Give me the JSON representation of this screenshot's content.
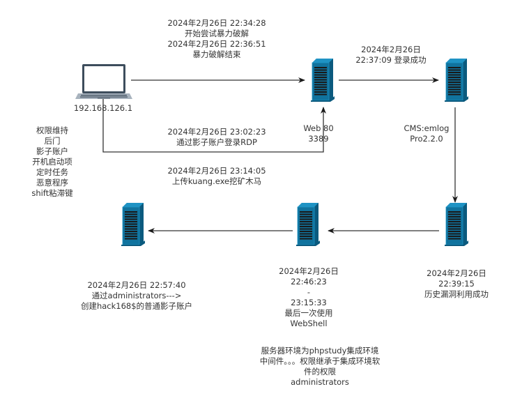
{
  "colors": {
    "server_body": "#10739e",
    "server_dark": "#0b5a7e",
    "server_light": "#1f93c4",
    "server_slots": "#1a1a1a",
    "laptop_frame": "#3d4d5c",
    "laptop_base": "#a8b3be",
    "edge": "#333333",
    "text": "#333333",
    "background": "#ffffff"
  },
  "nodes": {
    "attacker": {
      "icon": "laptop",
      "label": "192.168.126.1"
    },
    "web_server": {
      "icon": "server",
      "label_lines": [
        "Web 80",
        "3389"
      ]
    },
    "cms_server": {
      "icon": "server",
      "label_lines": [
        "CMS:emlog",
        "Pro2.2.0"
      ]
    },
    "exploit_server": {
      "icon": "server",
      "label_lines": [
        "2024年2月26日",
        "22:39:15",
        "历史漏洞利用成功"
      ]
    },
    "webshell_server": {
      "icon": "server",
      "label_lines": [
        "2024年2月26日",
        "22:46:23",
        "-",
        "23:15:33",
        "最后一次使用",
        "WebShell"
      ]
    },
    "shadow_account_server": {
      "icon": "server",
      "label_lines": [
        "2024年2月26日 22:57:40",
        "通过administrators--->",
        "创建hack168$的普通影子账户"
      ]
    }
  },
  "edges": {
    "bruteforce": {
      "from": "attacker",
      "to": "web_server",
      "label_lines": [
        "2024年2月26日 22:34:28",
        "开始尝试暴力破解",
        "2024年2月26日 22:36:51",
        "暴力破解结束"
      ]
    },
    "login": {
      "from": "web_server",
      "to": "cms_server",
      "label_lines": [
        "2024年2月26日",
        "22:37:09 登录成功"
      ]
    },
    "exploit": {
      "from": "cms_server",
      "to": "exploit_server"
    },
    "webshell": {
      "from": "exploit_server",
      "to": "webshell_server"
    },
    "shadow": {
      "from": "webshell_server",
      "to": "shadow_account_server"
    },
    "rdp": {
      "from": "attacker",
      "to": "web_server",
      "label_lines": [
        "2024年2月26日 23:02:23",
        "通过影子账户登录RDP"
      ]
    }
  },
  "notes": {
    "persistence": {
      "lines": [
        "权限维持",
        "后门",
        "影子账户",
        "开机启动项",
        "定时任务",
        "恶意程序",
        "shift粘滞键"
      ]
    },
    "miner": {
      "lines": [
        "2024年2月26日 23:14:05",
        "上传kuang.exe挖矿木马"
      ]
    },
    "environment": {
      "lines": [
        "服务器环境为phpstudy集成环境",
        "中间件。。。权限继承于集成环境软",
        "件的权限",
        "administrators"
      ]
    }
  }
}
